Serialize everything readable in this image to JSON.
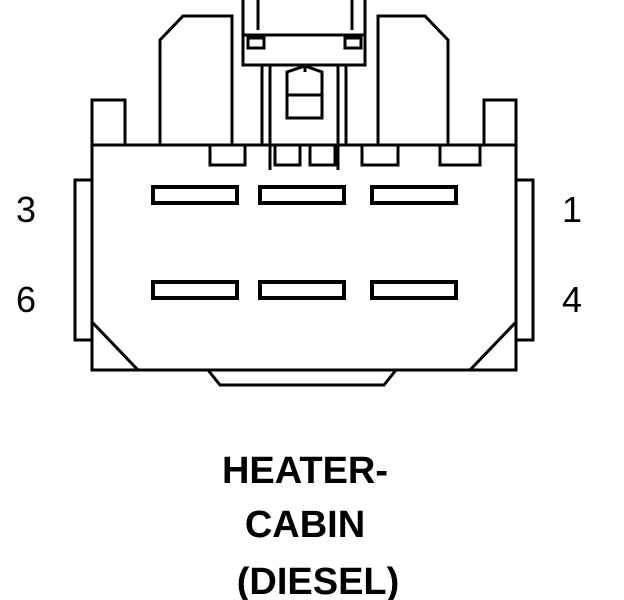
{
  "connector": {
    "pin_labels": {
      "top_left": "3",
      "top_right": "1",
      "bottom_left": "6",
      "bottom_right": "4"
    },
    "terminal_rows": 2,
    "terminals_per_row": 3
  },
  "caption": {
    "line1": "HEATER-",
    "line2": "CABIN",
    "line3": "(DIESEL)"
  },
  "colors": {
    "line": "#000000",
    "background": "#ffffff"
  }
}
